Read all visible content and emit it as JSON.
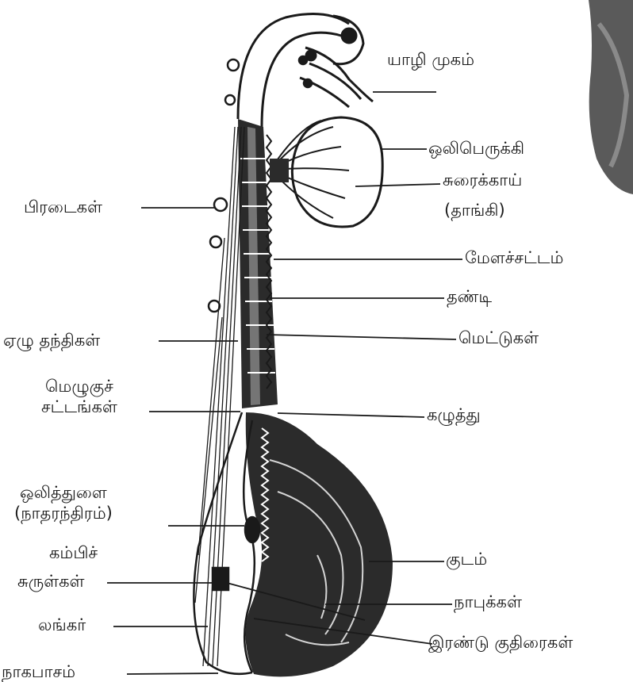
{
  "labels": {
    "yali_mugam": "யாழி முகம்",
    "olipperukki": "ஒலிபெருக்கி",
    "suraikkai": "சுரைக்காய்",
    "thaangi": "(தாங்கி)",
    "piradaigal": "பிரடைகள்",
    "melachattam": "மேளச்சட்டம்",
    "thandi": "தண்டி",
    "ezhu_thanthigal": "ஏழு தந்திகள்",
    "mettugal": "மெட்டுகள்",
    "mezhugu_1": "மெழுகுச்",
    "mezhugu_2": "சட்டங்கள்",
    "kazhuthu": "கழுத்து",
    "olithulai": "ஒலித்துளை",
    "naatharanthiram": "(நாதரந்திரம்)",
    "kambi_1": "கம்பிச்",
    "kambi_2": "சுருள்கள்",
    "kudam": "குடம்",
    "langar": "லங்கர்",
    "naapukkal": "நாபுக்கள்",
    "irandu_kuthiraigal": "இரண்டு குதிரைகள்",
    "naagapaasam": "நாகபாசம்"
  },
  "colors": {
    "ink": "#1a1a1a",
    "body_fill": "#2b2b2b",
    "paper": "#ffffff"
  }
}
